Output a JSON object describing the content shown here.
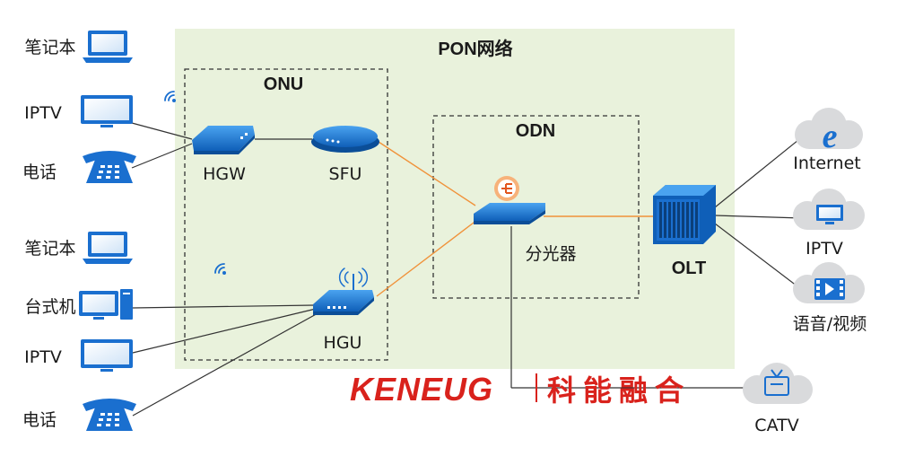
{
  "network": {
    "title": "PON网络"
  },
  "onu": {
    "title": "ONU",
    "hgw": "HGW",
    "sfu": "SFU",
    "hgu": "HGU"
  },
  "odn": {
    "title": "ODN",
    "splitter": "分光器"
  },
  "olt": {
    "label": "OLT"
  },
  "left_devices": {
    "notebook_1": "笔记本",
    "iptv_1": "IPTV",
    "phone_1": "电话",
    "notebook_2": "笔记本",
    "desktop": "台式机",
    "iptv_2": "IPTV",
    "phone_2": "电话"
  },
  "services": {
    "internet": "Internet",
    "iptv": "IPTV",
    "voice_video": "语音/视频",
    "catv": "CATV"
  },
  "brand": {
    "name": "KENEUG",
    "cn": "科能融合"
  },
  "colors": {
    "background_zone": "#e9f2dc",
    "device_blue": "#1a6fcf",
    "fiber": "#f0923a",
    "cable": "#333333",
    "cloud": "#d9dadc",
    "brand": "#d9221c"
  }
}
